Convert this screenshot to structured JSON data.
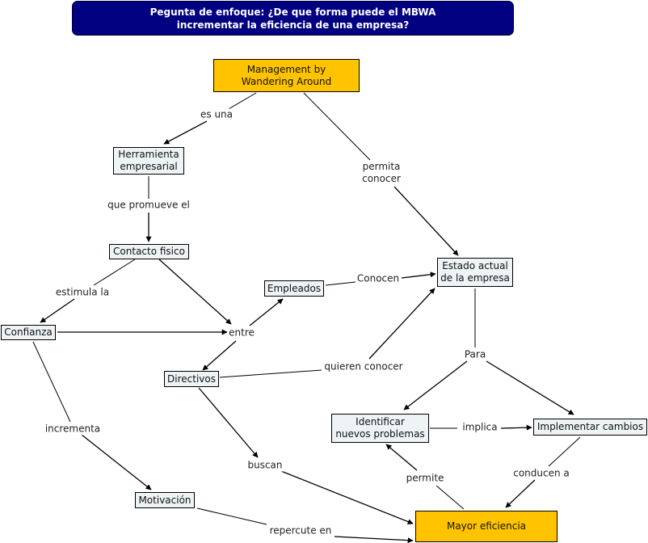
{
  "focus_question": {
    "line1": "Pegunta de enfoque: ¿De que forma puede el MBWA",
    "line2": "incrementar la eficiencia de una empresa?"
  },
  "colors": {
    "focus_bg": "#000080",
    "key_concept": "#ffc300",
    "concept": "#eef3f5"
  },
  "concepts": {
    "mbwa": {
      "line1": "Management by",
      "line2": "Wandering Around"
    },
    "herramienta": {
      "line1": "Herramienta",
      "line2": "empresarial"
    },
    "contacto": {
      "line1": "Contacto fisico"
    },
    "confianza": {
      "line1": "Confianza"
    },
    "empleados": {
      "line1": "Empleados"
    },
    "directivos": {
      "line1": "Directivos"
    },
    "estado": {
      "line1": "Estado actual",
      "line2": "de la empresa"
    },
    "identificar": {
      "line1": "Identificar",
      "line2": "nuevos problemas"
    },
    "implementar": {
      "line1": "Implementar cambios"
    },
    "motivacion": {
      "line1": "Motivación"
    },
    "mayor": {
      "line1": "Mayor eficiencia"
    }
  },
  "links": {
    "es_una": {
      "line1": "es una"
    },
    "permita_conocer": {
      "line1": "permita",
      "line2": "conocer"
    },
    "que_promueve": {
      "line1": "que promueve el"
    },
    "estimula": {
      "line1": "estimula la"
    },
    "entre": {
      "line1": "entre"
    },
    "conocen": {
      "line1": "Conocen"
    },
    "quieren": {
      "line1": "quieren conocer"
    },
    "para": {
      "line1": "Para"
    },
    "implica": {
      "line1": "implica"
    },
    "incrementa": {
      "line1": "incrementa"
    },
    "buscan": {
      "line1": "buscan"
    },
    "permite": {
      "line1": "permite"
    },
    "conducen": {
      "line1": "conducen a"
    },
    "repercute": {
      "line1": "repercute en"
    }
  }
}
